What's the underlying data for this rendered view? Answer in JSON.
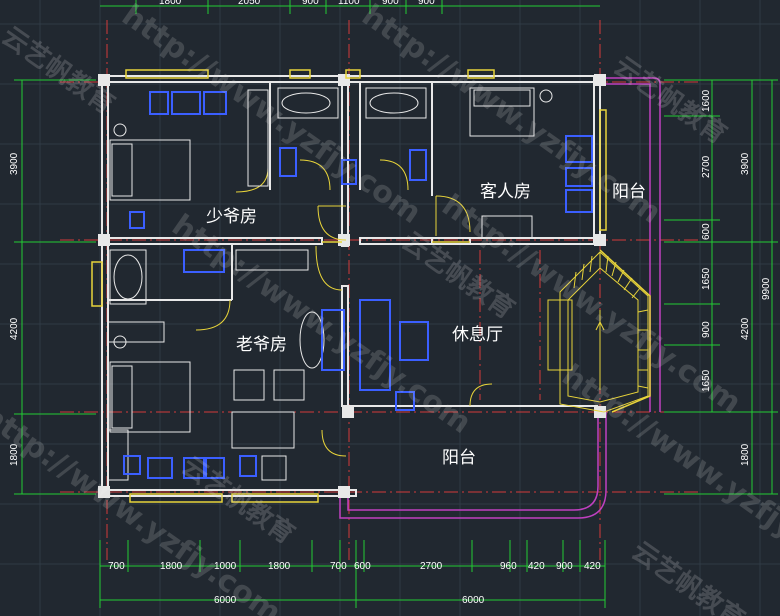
{
  "rooms": {
    "shaoye": "少爷房",
    "keren": "客人房",
    "yangtai_east": "阳台",
    "laoye": "老爷房",
    "xiuxi": "休息厅",
    "yangtai_south": "阳台"
  },
  "dims_top": [
    "1800",
    "2050",
    "900",
    "1100",
    "900",
    "900"
  ],
  "dims_bottom_row1": [
    "700",
    "1800",
    "1000",
    "1800",
    "700",
    "600",
    "2700",
    "960",
    "420",
    "900",
    "420"
  ],
  "dims_bottom_row2": [
    "6000",
    "6000"
  ],
  "dims_left": [
    "3900",
    "4200",
    "1800"
  ],
  "dims_right_inner": [
    "1600",
    "2700",
    "600",
    "1650",
    "900",
    "1650"
  ],
  "dims_right_outer": [
    "3900",
    "4200",
    "1800"
  ],
  "dims_right_total": "9900",
  "watermarks": [
    "http://www.yzfjy.com",
    "云艺帆教育"
  ],
  "colors": {
    "background": "#212830",
    "wall": "#e8e8e8",
    "window": "#e8d43a",
    "furniture": "#3b5fff",
    "dimension": "#22cc33",
    "axis": "#d23a3a",
    "balcony_rail": "#c040c0"
  }
}
